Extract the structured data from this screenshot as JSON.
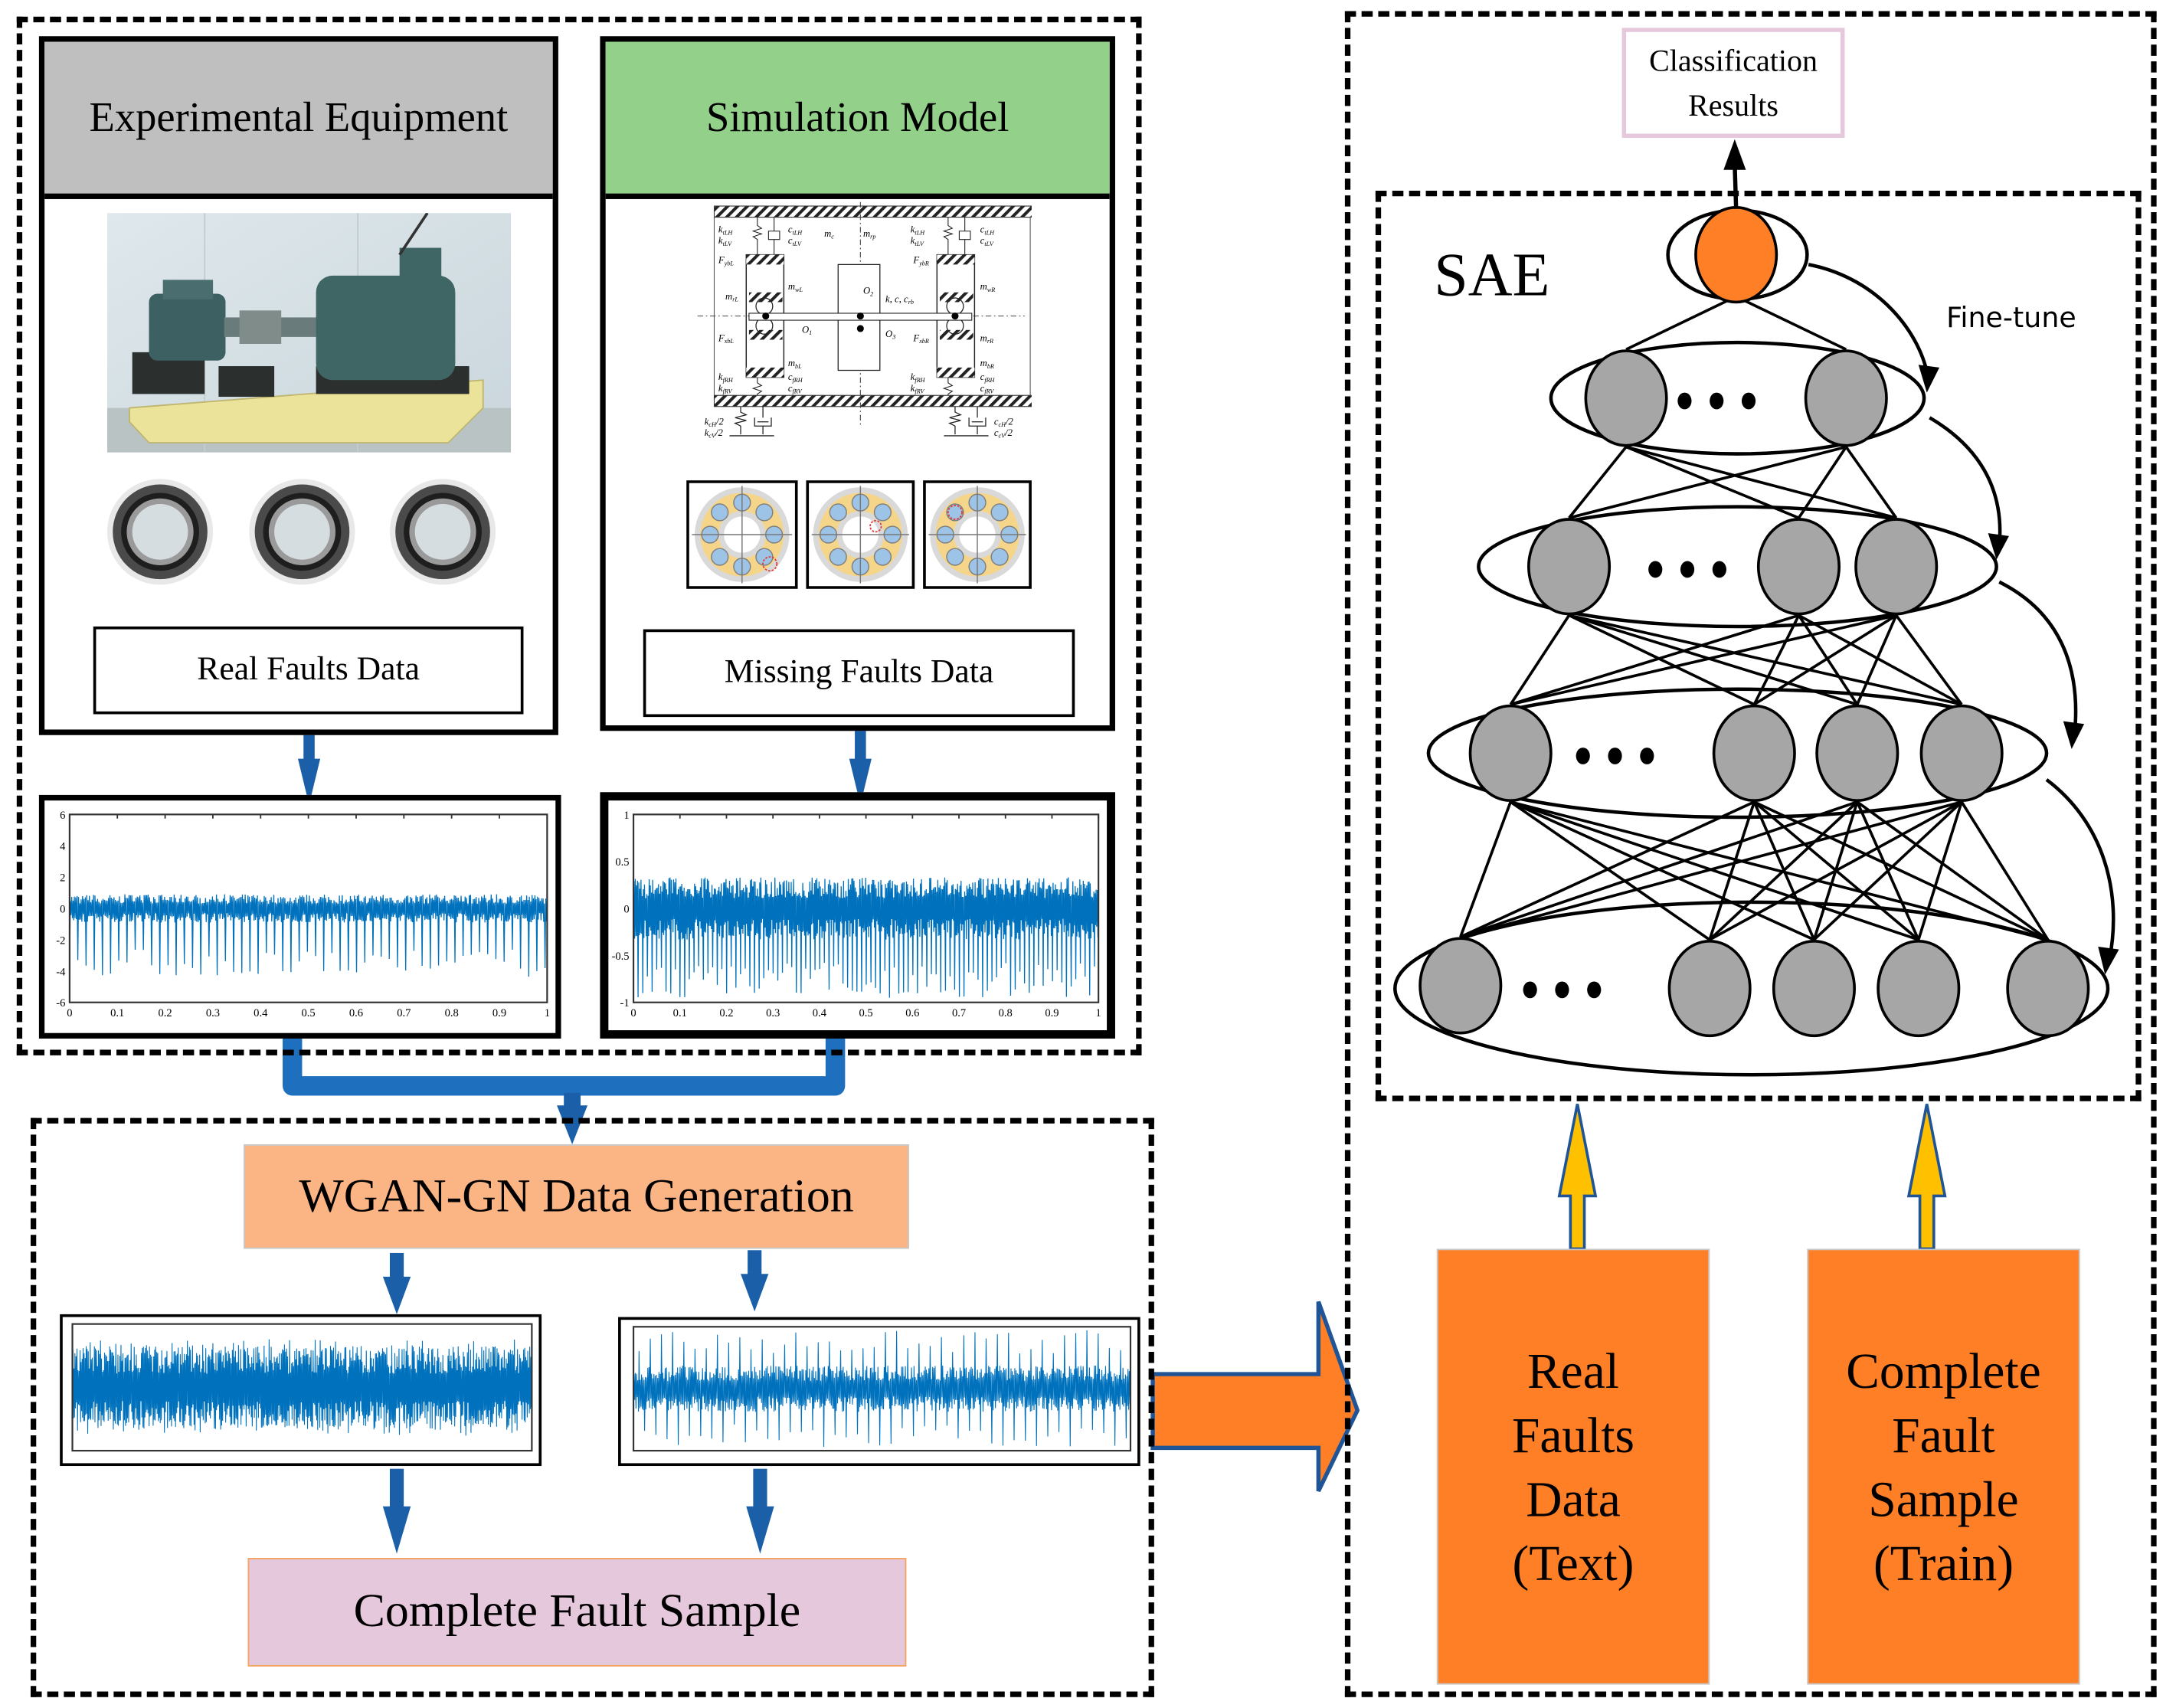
{
  "experimental": {
    "title": "Experimental Equipment",
    "header_color": "#BFBFBF",
    "photo_icon": "test-rig-photo-icon",
    "bearing_icons": [
      "bearing-photo-icon",
      "bearing-photo-icon",
      "bearing-photo-icon"
    ],
    "data_label": "Real Faults Data"
  },
  "simulation": {
    "title": "Simulation Model",
    "header_color": "#93D18B",
    "model_icon": "rotor-bearing-dynamic-model-icon",
    "model_labels": {
      "ktLH": "k",
      "ktLH_sub": "tLH",
      "ktLV": "k",
      "ktLV_sub": "tLV",
      "ctLH": "c",
      "ctLH_sub": "tLH",
      "ctLV": "c",
      "ctLV_sub": "tLV",
      "mc": "m",
      "mc_sub": "c",
      "mrp": "m",
      "mrp_sub": "rp",
      "FybL": "F",
      "FybL_sub": "ybL",
      "FybR": "F",
      "FybR_sub": "ybR",
      "mwL": "m",
      "mwL_sub": "wL",
      "mwR": "m",
      "mwR_sub": "wR",
      "mrL": "m",
      "mrL_sub": "rL",
      "mrR": "m",
      "mrR_sub": "rR",
      "O1": "O",
      "O1_sub": "1",
      "O2": "O",
      "O2_sub": "2",
      "O3": "O",
      "O3_sub": "3",
      "kcc": "k, c, c",
      "kcc_sub": "rb",
      "FxbL": "F",
      "FxbL_sub": "xbL",
      "FxbR": "F",
      "FxbR_sub": "xbR",
      "mbL": "m",
      "mbL_sub": "bL",
      "mbR": "m",
      "mbR_sub": "bR",
      "kfRH": "k",
      "kfRH_sub": "fRH",
      "kfRV": "k",
      "kfRV_sub": "fRV",
      "cfRH": "c",
      "cfRH_sub": "fRH",
      "cfRV": "c",
      "cfRV_sub": "fRV",
      "kcH2": "k",
      "kcH2_sub": "cH",
      "kcH2_tail": "/2",
      "kcV2": "k",
      "kcV2_sub": "cV",
      "kcV2_tail": "/2",
      "ccH2": "c",
      "ccH2_sub": "cH",
      "ccH2_tail": "/2",
      "ccV2": "c",
      "ccV2_sub": "cV",
      "ccV2_tail": "/2"
    },
    "bearing_icons": [
      "bearing-schematic-outer-fault-icon",
      "bearing-schematic-inner-fault-icon",
      "bearing-schematic-ball-fault-icon"
    ],
    "data_label": "Missing Faults Data"
  },
  "waveforms": {
    "line_color": "#0072BD",
    "real": {
      "yticks": [
        "6",
        "4",
        "2",
        "0",
        "-2",
        "-4",
        "-6"
      ],
      "xticks": [
        "0",
        "0.1",
        "0.2",
        "0.3",
        "0.4",
        "0.5",
        "0.6",
        "0.7",
        "0.8",
        "0.9",
        "1"
      ],
      "ylim": [
        -6,
        6
      ],
      "xlim": [
        0,
        1
      ]
    },
    "simulated": {
      "yticks": [
        "1",
        "0.5",
        "0",
        "-0.5",
        "-1"
      ],
      "xticks": [
        "0",
        "0.1",
        "0.2",
        "0.3",
        "0.4",
        "0.5",
        "0.6",
        "0.7",
        "0.8",
        "0.9",
        "1"
      ],
      "ylim": [
        -1,
        1
      ],
      "xlim": [
        0,
        1
      ]
    }
  },
  "generation": {
    "title": "WGAN-GN Data Generation",
    "box_color": "#FBB584",
    "output_label": "Complete Fault Sample",
    "output_color": "#E6C8DD"
  },
  "sae": {
    "title": "SAE",
    "fine_tune_label": "Fine-tune",
    "output_node_color": "#FF7F27",
    "hidden_node_color": "#A6A6A6",
    "ellipsis": "• • •",
    "classification_label_line1": "Classification",
    "classification_label_line2": "Results",
    "classification_border": "#E6C8DD"
  },
  "inputs": {
    "box_color": "#FF7F27",
    "arrow_color": "#FFC000",
    "test": [
      "Real",
      "Faults",
      "Data",
      "(Text)"
    ],
    "train": [
      "Complete",
      "Fault",
      "Sample",
      "(Train)"
    ]
  },
  "colors": {
    "flow_arrow": "#1F6FBF",
    "big_arrow_fill": "#FF7F27",
    "big_arrow_stroke": "#1F5597"
  }
}
